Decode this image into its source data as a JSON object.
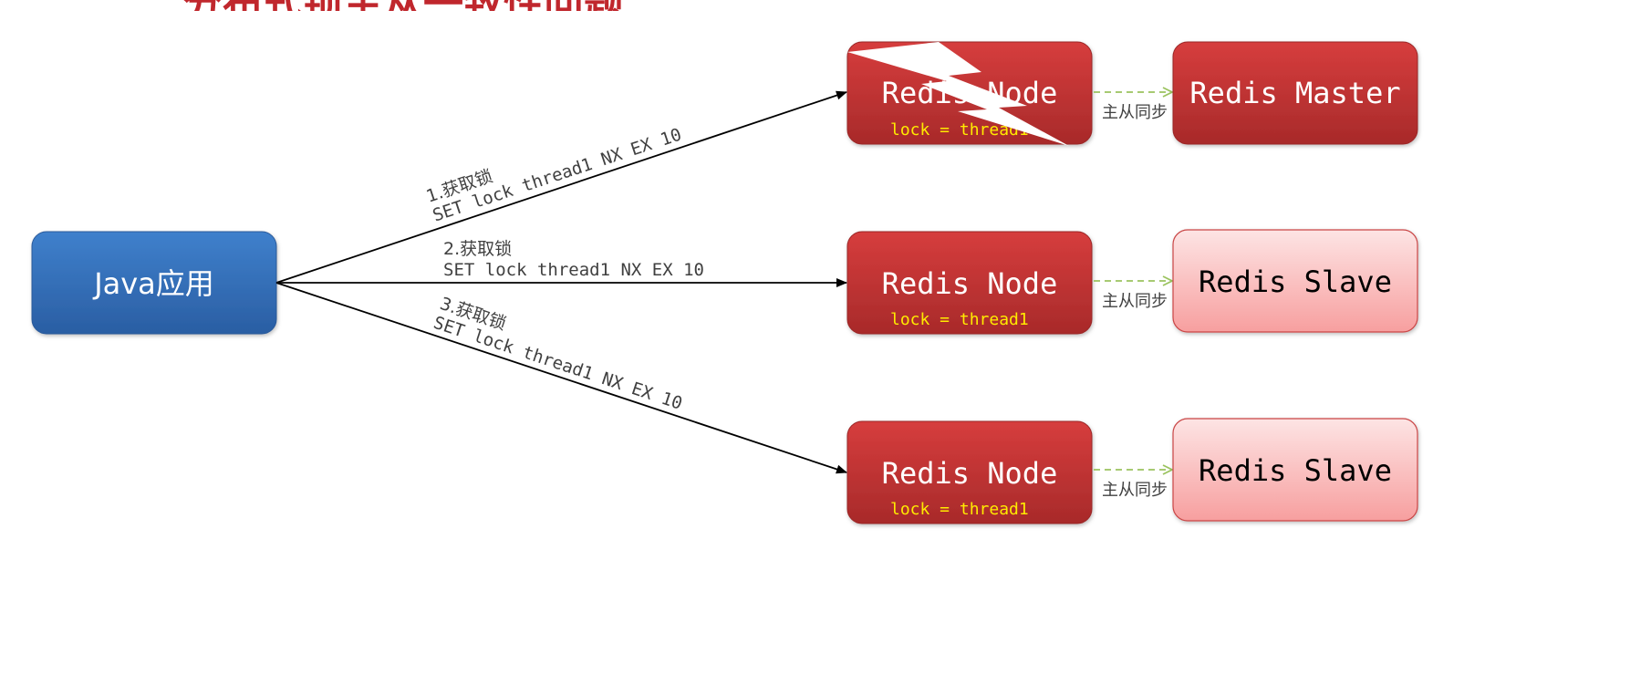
{
  "title": "分布式锁主从一致性问题",
  "client": {
    "label": "Java应用"
  },
  "requests": [
    {
      "step": "1.获取锁",
      "command": "SET lock thread1 NX EX 10"
    },
    {
      "step": "2.获取锁",
      "command": "SET lock thread1 NX EX 10"
    },
    {
      "step": "3.获取锁",
      "command": "SET lock thread1 NX EX 10"
    }
  ],
  "nodes": [
    {
      "label": "Redis Node",
      "lock": "lock = thread1",
      "failed": true
    },
    {
      "label": "Redis Node",
      "lock": "lock = thread1",
      "failed": false
    },
    {
      "label": "Redis Node",
      "lock": "lock = thread1",
      "failed": false
    }
  ],
  "sync_label": "主从同步",
  "replicas": [
    {
      "label": "Redis Master",
      "role": "master"
    },
    {
      "label": "Redis Slave",
      "role": "slave"
    },
    {
      "label": "Redis Slave",
      "role": "slave"
    }
  ],
  "colors": {
    "client_top": "#3f80cc",
    "client_bottom": "#2a5ea3",
    "node_top": "#d63d3d",
    "node_bottom": "#a82a2a",
    "slave_top": "#fde4e4",
    "slave_bottom": "#f79f9f",
    "lock_text": "#ffeb00",
    "sync_arrow": "#9bc35f",
    "title": "#c0272d"
  },
  "icons": {
    "failure": "lightning-bolt-icon"
  }
}
